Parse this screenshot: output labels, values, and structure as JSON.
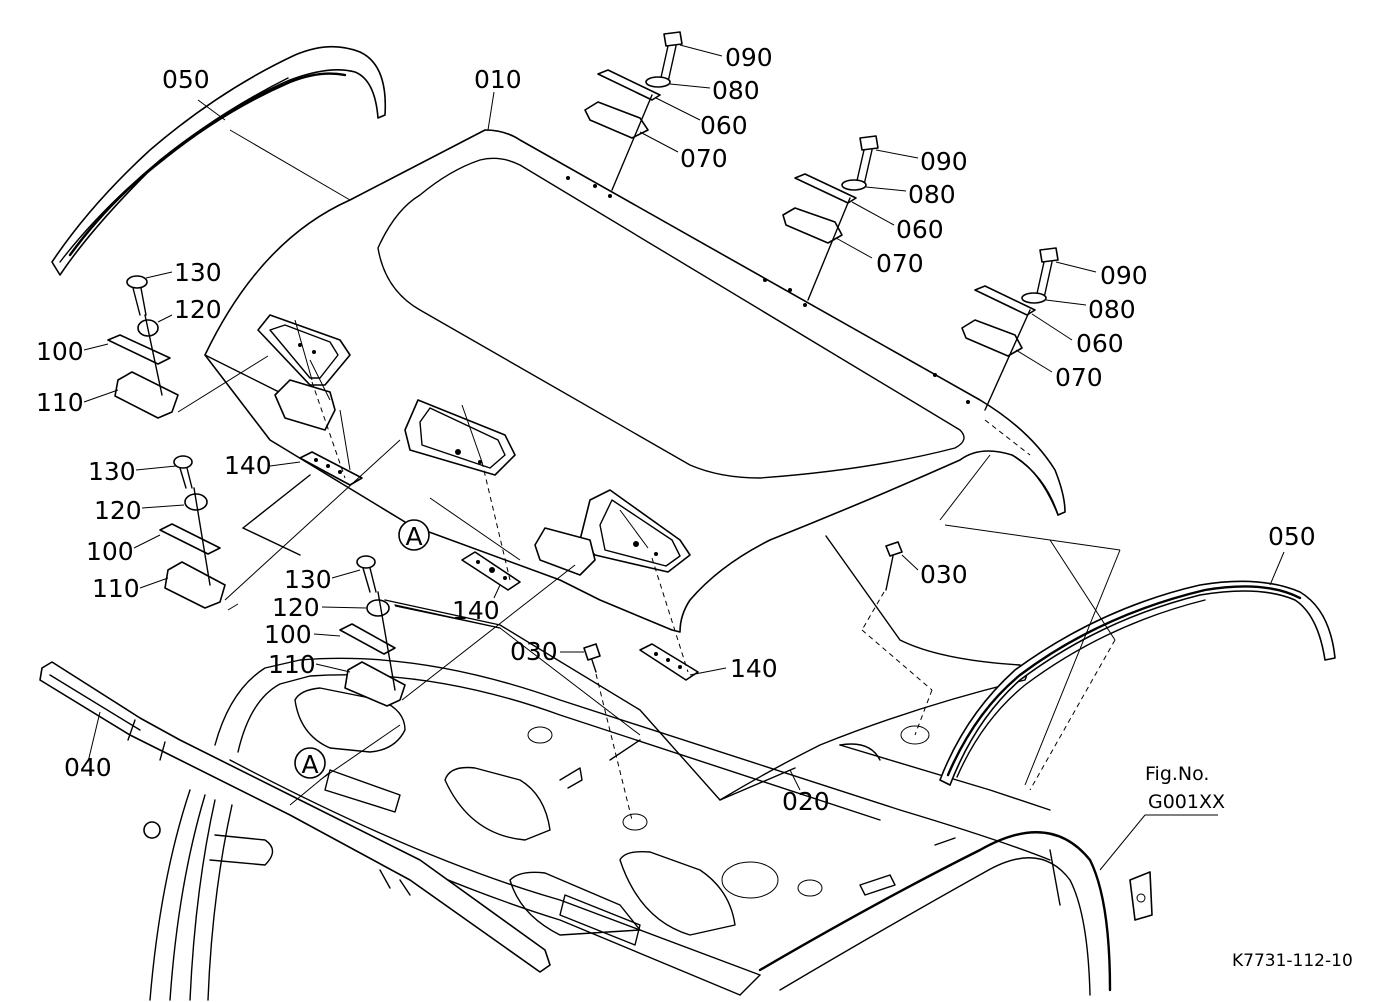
{
  "labels": {
    "p010": "010",
    "p020": "020",
    "p030": "030",
    "p040": "040",
    "p050": "050",
    "p060": "060",
    "p070": "070",
    "p080": "080",
    "p090": "090",
    "p100": "100",
    "p110": "110",
    "p120": "120",
    "p130": "130",
    "p140": "140",
    "markerA": "A"
  },
  "figure": {
    "fig_label": "Fig.No.",
    "fig_number": "G001XX",
    "drawing_code": "K7731-112-10"
  }
}
